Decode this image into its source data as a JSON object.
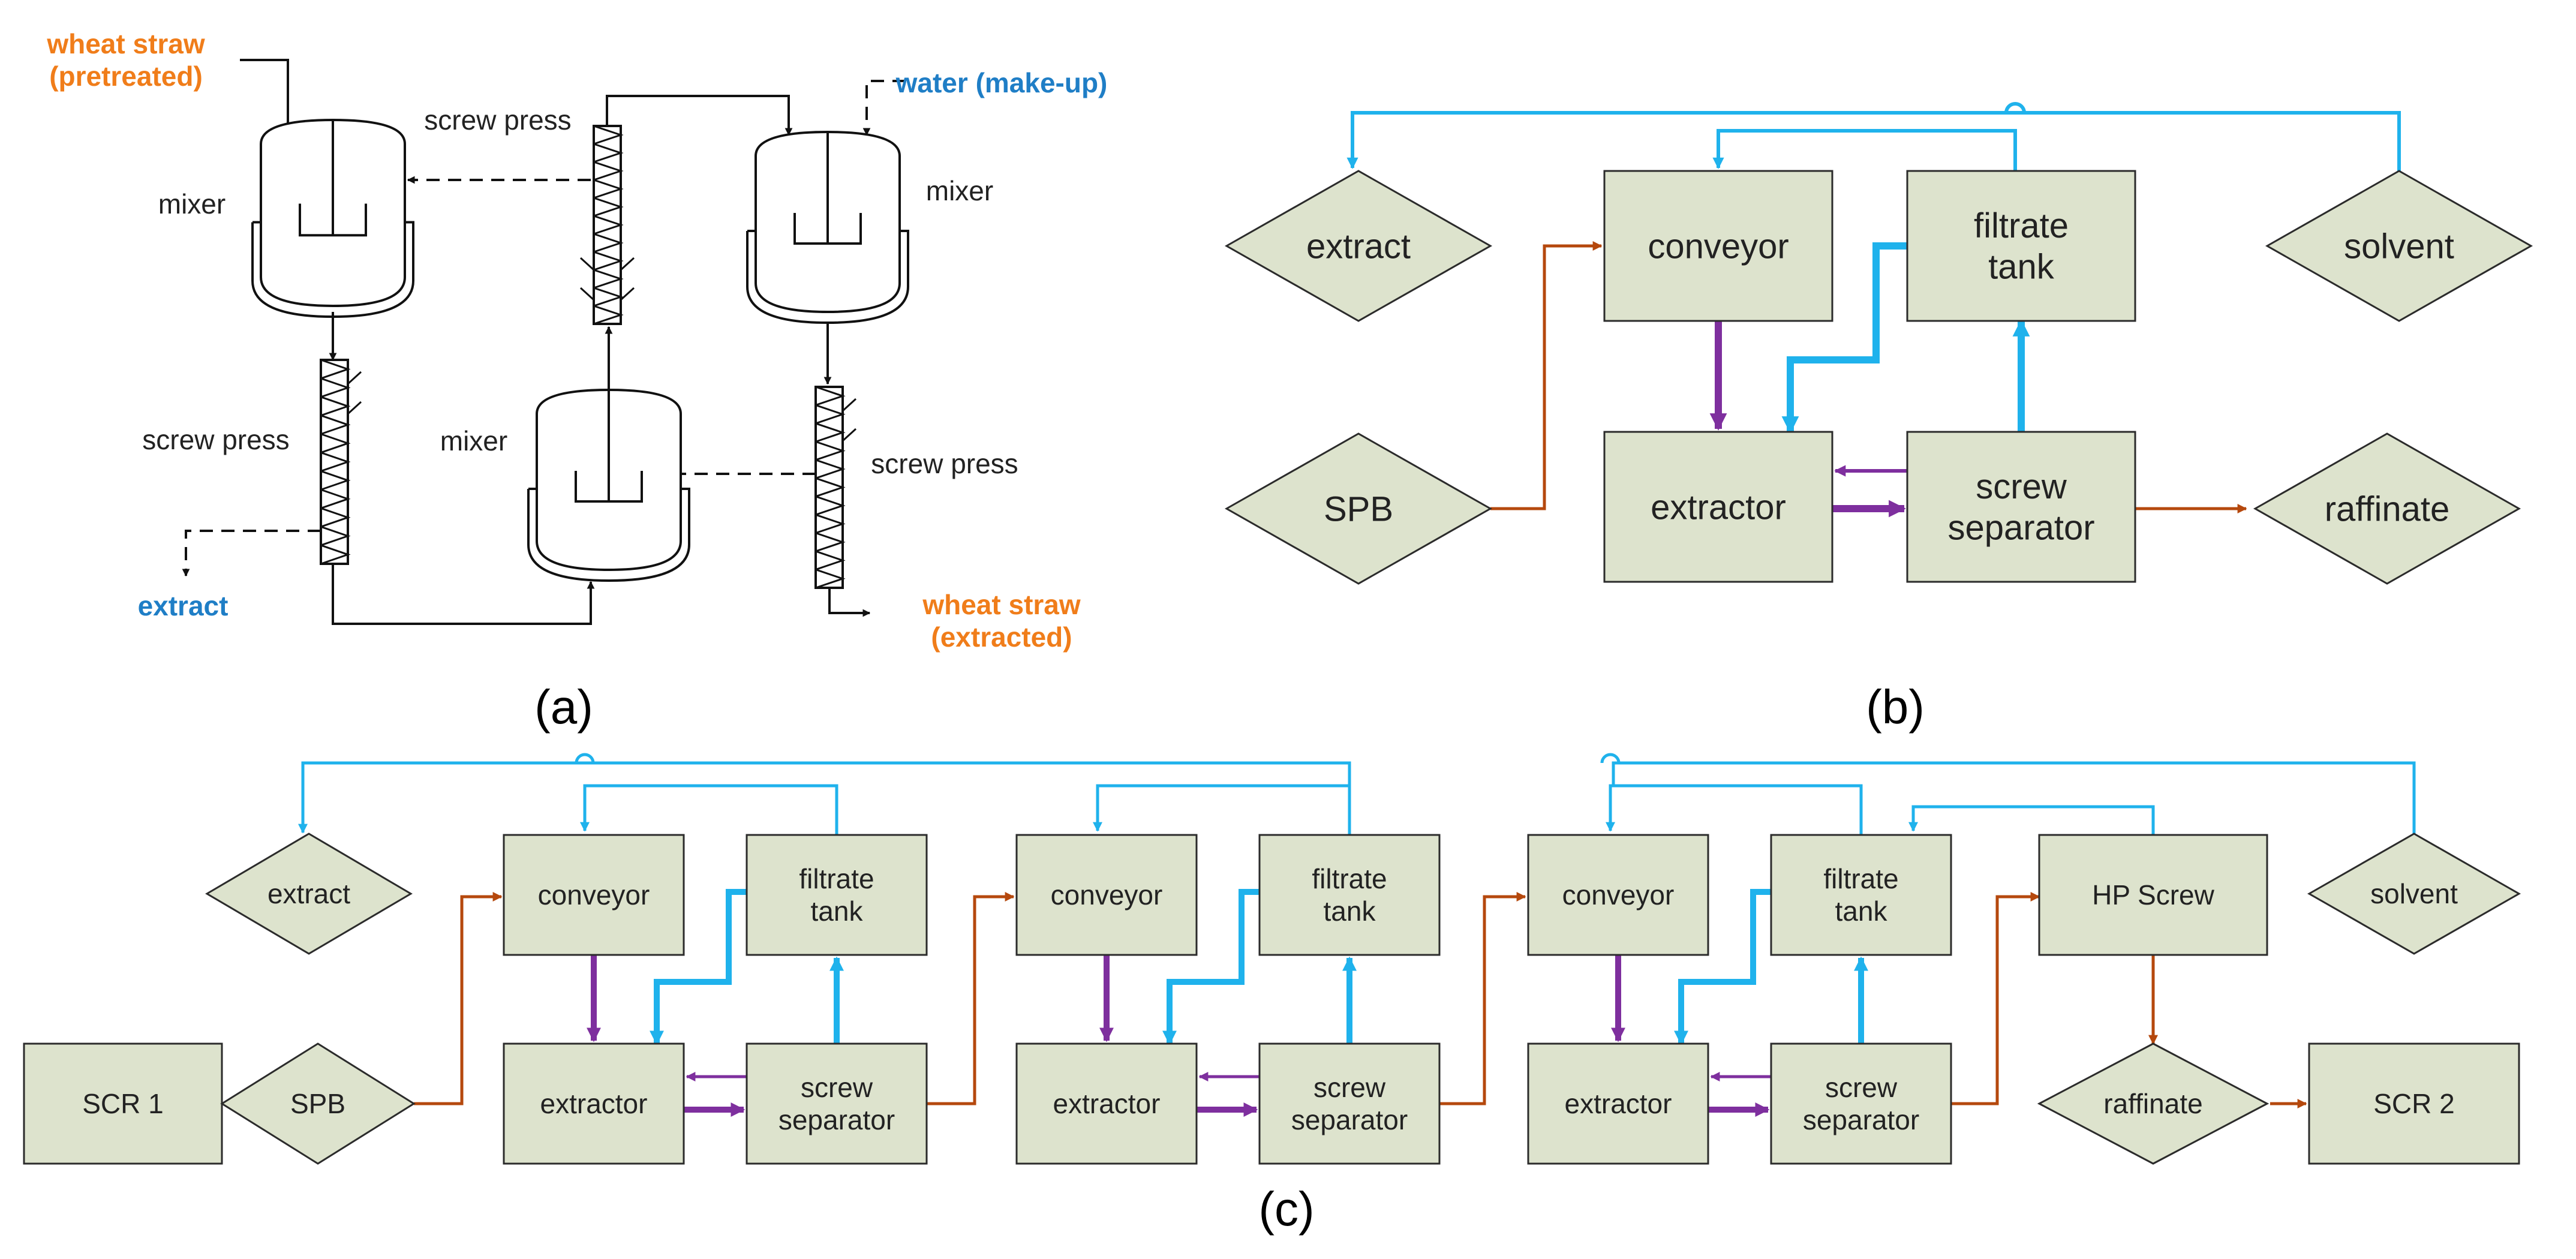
{
  "colors": {
    "box_fill": "#dde3cd",
    "box_stroke": "#2b2b2b",
    "cyan": "#1fb2ec",
    "purple": "#7e2f9e",
    "brown": "#b5480d",
    "orange_text": "#f07d1a",
    "blue_text": "#1f7ec6",
    "line": "#111111"
  },
  "panel_a": {
    "caption": "a",
    "input_straw": [
      "wheat straw",
      "(pretreated)"
    ],
    "water": "water (make-up)",
    "extract": "extract",
    "output_straw": [
      "wheat straw",
      "(extracted)"
    ],
    "mixer_left": "mixer",
    "mixer_right": "mixer",
    "mixer_bottom": "mixer",
    "screw_press_top": "screw press",
    "screw_press_left": "screw press",
    "screw_press_right": "screw press"
  },
  "panel_b": {
    "caption": "b",
    "extract": "extract",
    "conveyor": "conveyor",
    "filtrate_tank": [
      "filtrate",
      "tank"
    ],
    "solvent": "solvent",
    "spb": "SPB",
    "extractor": "extractor",
    "screw_separator": [
      "screw",
      "separator"
    ],
    "raffinate": "raffinate"
  },
  "panel_c": {
    "caption": "c",
    "extract": "extract",
    "solvent": "solvent",
    "scr1": "SCR 1",
    "spb": "SPB",
    "hp_screw": "HP Screw",
    "raffinate": "raffinate",
    "scr2": "SCR 2",
    "stages": [
      {
        "conveyor": "conveyor",
        "filtrate_tank": [
          "filtrate",
          "tank"
        ],
        "extractor": "extractor",
        "screw_separator": [
          "screw",
          "separator"
        ]
      },
      {
        "conveyor": "conveyor",
        "filtrate_tank": [
          "filtrate",
          "tank"
        ],
        "extractor": "extractor",
        "screw_separator": [
          "screw",
          "separator"
        ]
      },
      {
        "conveyor": "conveyor",
        "filtrate_tank": [
          "filtrate",
          "tank"
        ],
        "extractor": "extractor",
        "screw_separator": [
          "screw",
          "separator"
        ]
      }
    ]
  }
}
